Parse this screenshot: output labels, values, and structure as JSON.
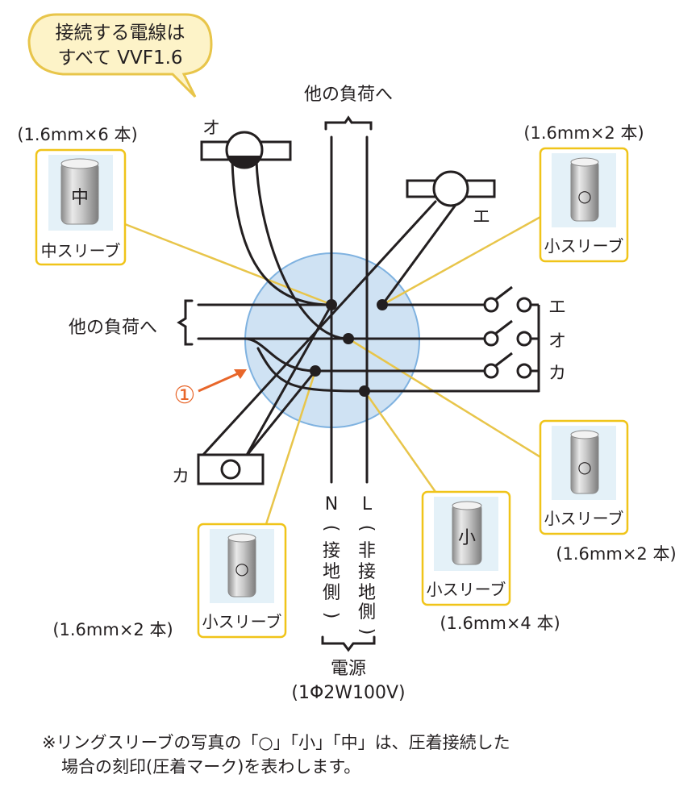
{
  "callout": {
    "line1": "接続する電線は",
    "line2": "すべて VVF1.6"
  },
  "labels": {
    "other_load_top": "他の負荷へ",
    "other_load_left": "他の負荷へ",
    "o_top": "オ",
    "e_right": "エ",
    "ka_bottom": "カ",
    "switch_e": "エ",
    "switch_o": "オ",
    "switch_ka": "カ",
    "N": "N",
    "N_paren": [
      "(",
      "接",
      "地",
      "側",
      ")"
    ],
    "L": "L",
    "L_paren": [
      "(",
      "非",
      "接",
      "地",
      "側",
      ")"
    ],
    "power": "電源",
    "power_spec": "(1Φ2W100V)",
    "marker": "①"
  },
  "sleeves": [
    {
      "id": "mid-left",
      "qty": "(1.6mm×6 本)",
      "mark": "中",
      "name": "中スリーブ"
    },
    {
      "id": "small-top-right",
      "qty": "(1.6mm×2 本)",
      "mark": "○",
      "name": "小スリーブ"
    },
    {
      "id": "small-right",
      "qty": "(1.6mm×2 本)",
      "mark": "○",
      "name": "小スリーブ"
    },
    {
      "id": "small-center",
      "qty": "(1.6mm×4 本)",
      "mark": "小",
      "name": "小スリーブ"
    },
    {
      "id": "small-left",
      "qty": "(1.6mm×2 本)",
      "mark": "○",
      "name": "小スリーブ"
    }
  ],
  "note": {
    "line1": "※リングスリーブの写真の「○」「小」「中」は、圧着接続した",
    "line2": "場合の刻印(圧着マーク)を表わします。"
  },
  "colors": {
    "box_fill": "#cfe2f3",
    "box_stroke": "#7fb2e0",
    "callout_fill": "#fdf3c8",
    "callout_stroke": "#e8c54a",
    "leader": "#e8c54a",
    "card_border": "#f0c419",
    "card_photo": "#e4f1f8",
    "marker": "#e8662a"
  }
}
